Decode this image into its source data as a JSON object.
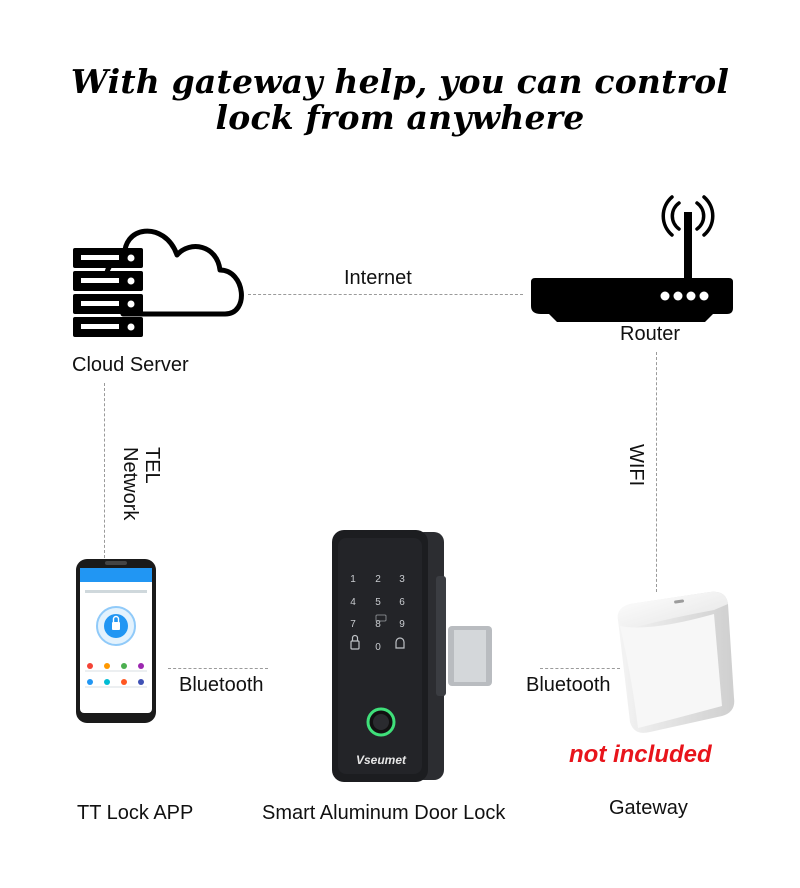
{
  "title": {
    "line1": "With gateway help, you can control",
    "line2": "lock from anywhere"
  },
  "nodes": {
    "cloud_server": "Cloud Server",
    "router": "Router",
    "app": "TT Lock APP",
    "lock": "Smart Aluminum Door Lock",
    "gateway": "Gateway"
  },
  "connections": {
    "internet": "Internet",
    "tel_line1": "TEL",
    "tel_line2": "Network",
    "wifi": "WIFI",
    "bluetooth_left": "Bluetooth",
    "bluetooth_right": "Bluetooth"
  },
  "gateway_note": "not included",
  "lock_brand": "Vseumet",
  "keypad_digits": [
    "1",
    "2",
    "3",
    "4",
    "5",
    "6",
    "7",
    "8",
    "9",
    "0"
  ],
  "colors": {
    "note": "#e8141b",
    "icon": "#000000",
    "connector": "#9a9a9a",
    "lock_body": "#1c1d20",
    "fingerprint_ring": "#3fe07a",
    "phone_header": "#2196f3"
  },
  "icons": {
    "server": "server-rack-icon",
    "cloud": "cloud-outline-icon",
    "router": "wifi-router-icon"
  }
}
